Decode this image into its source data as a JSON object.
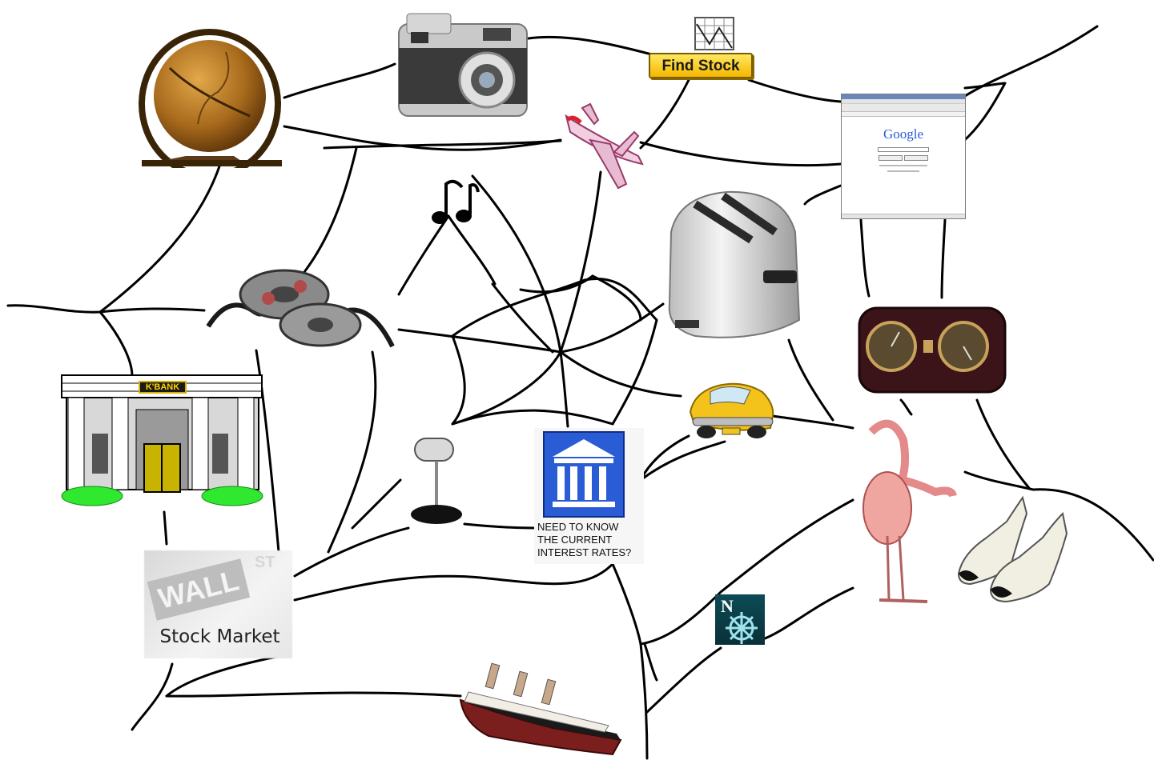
{
  "buttons": {
    "find_stock": "Find Stock"
  },
  "browser": {
    "logo": "Google"
  },
  "bank": {
    "sign": "K'BANK"
  },
  "wall_street": {
    "sign_word": "WALL",
    "sign_suffix": "ST",
    "caption": "Stock Market"
  },
  "rates": {
    "caption_lines": [
      "NEED TO KNOW",
      "THE CURRENT",
      "INTEREST RATES?"
    ]
  },
  "netscape": {
    "letter": "N"
  },
  "icons": [
    "globe-icon",
    "camera-icon",
    "find-stock-button",
    "browser-window-icon",
    "airplane-icon",
    "music-notes-icon",
    "toaster-icon",
    "film-reel-icon",
    "radio-icon",
    "bank-icon",
    "taxi-car-icon",
    "microphone-icon",
    "interest-rates-icon",
    "flamingo-icon",
    "shoes-icon",
    "wall-street-icon",
    "netscape-icon",
    "ocean-liner-icon"
  ],
  "colors": {
    "strand": "#000000",
    "button_yellow": "#f5b800",
    "rates_blue": "#2a5cd6",
    "netscape_teal": "#0d4b55"
  }
}
